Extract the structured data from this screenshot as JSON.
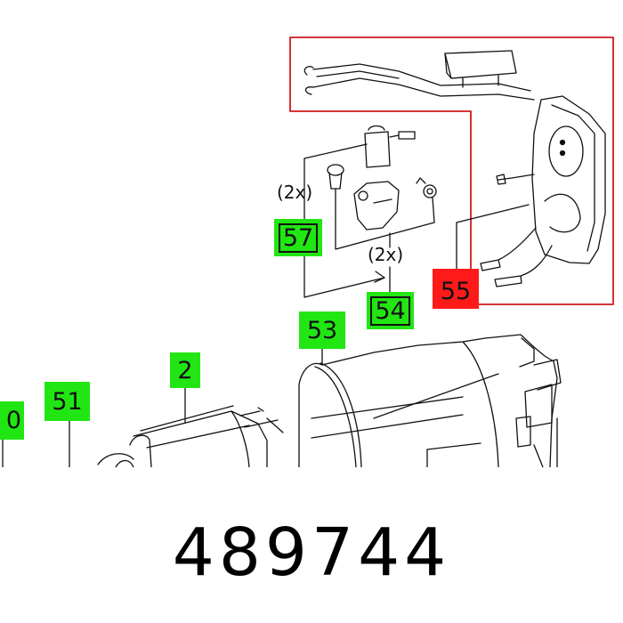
{
  "diagram": {
    "type": "exploded-parts-diagram",
    "part_number": "489744",
    "callouts": [
      {
        "id": "callout-57",
        "label": "57",
        "color": "#22e614",
        "boxed": true,
        "quantity": "(2x)"
      },
      {
        "id": "callout-54",
        "label": "54",
        "color": "#22e614",
        "boxed": true,
        "quantity": "(2x)"
      },
      {
        "id": "callout-55",
        "label": "55",
        "color": "#ff1a1a",
        "boxed": false,
        "highlighted": true
      },
      {
        "id": "callout-53",
        "label": "53",
        "color": "#22e614",
        "boxed": false
      },
      {
        "id": "callout-2",
        "label": "2",
        "color": "#22e614",
        "boxed": false
      },
      {
        "id": "callout-51",
        "label": "51",
        "color": "#22e614",
        "boxed": false
      },
      {
        "id": "callout-50",
        "label": "0",
        "color": "#22e614",
        "boxed": false,
        "note": "partially cropped at left edge"
      }
    ],
    "quantities": {
      "q57": "(2x)",
      "q54": "(2x)"
    },
    "highlight_region": {
      "color": "#d11a1a",
      "component": "55"
    },
    "colors": {
      "green_callout": "#22e614",
      "red_callout": "#ff1a1a",
      "outline": "#d11a1a",
      "line_art": "#111111"
    }
  }
}
